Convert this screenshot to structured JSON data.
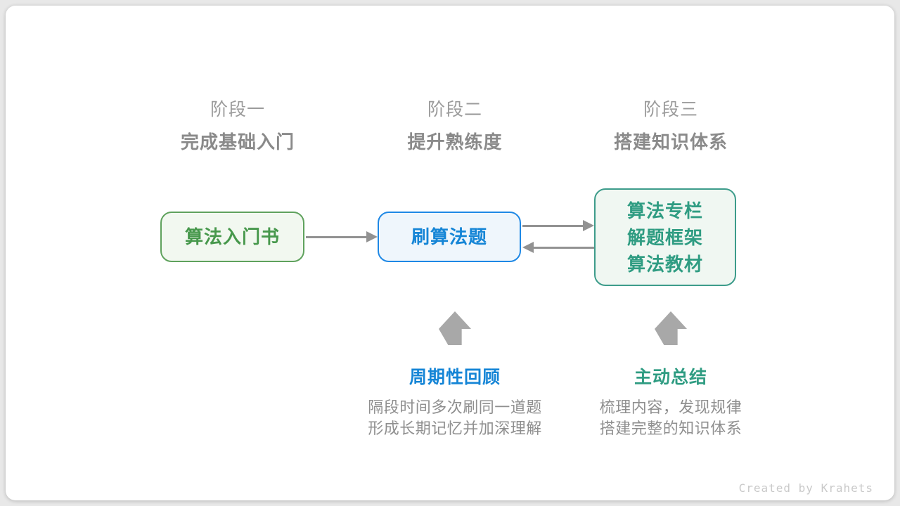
{
  "page": {
    "background_color": "#e8e8e8",
    "card_color": "#ffffff",
    "credit": "Created by Krahets"
  },
  "stages": [
    {
      "label": "阶段一",
      "subtitle": "完成基础入门"
    },
    {
      "label": "阶段二",
      "subtitle": "提升熟练度"
    },
    {
      "label": "阶段三",
      "subtitle": "搭建知识体系"
    }
  ],
  "nodes": [
    {
      "id": "algorithm-intro-book",
      "lines": [
        "算法入门书"
      ],
      "border_color": "#5fa25d",
      "fill_color": "#f2f8f0",
      "text_color": "#47984c"
    },
    {
      "id": "practice-problems",
      "lines": [
        "刷算法题"
      ],
      "border_color": "#1e88e5",
      "fill_color": "#eff6fc",
      "text_color": "#1585d6"
    },
    {
      "id": "knowledge-resources",
      "lines": [
        "算法专栏",
        "解题框架",
        "算法教材"
      ],
      "border_color": "#3d9c8b",
      "fill_color": "#f0f7f2",
      "text_color": "#2f9c82"
    }
  ],
  "annotations": [
    {
      "title": "周期性回顾",
      "title_color": "#1585d6",
      "desc": [
        "隔段时间多次刷同一道题",
        "形成长期记忆并加深理解"
      ]
    },
    {
      "title": "主动总结",
      "title_color": "#2f9c82",
      "desc": [
        "梳理内容，发现规律",
        "搭建完整的知识体系"
      ]
    }
  ],
  "arrows": {
    "connector_color": "#929292",
    "block_arrow_color": "#a8a8a8"
  }
}
